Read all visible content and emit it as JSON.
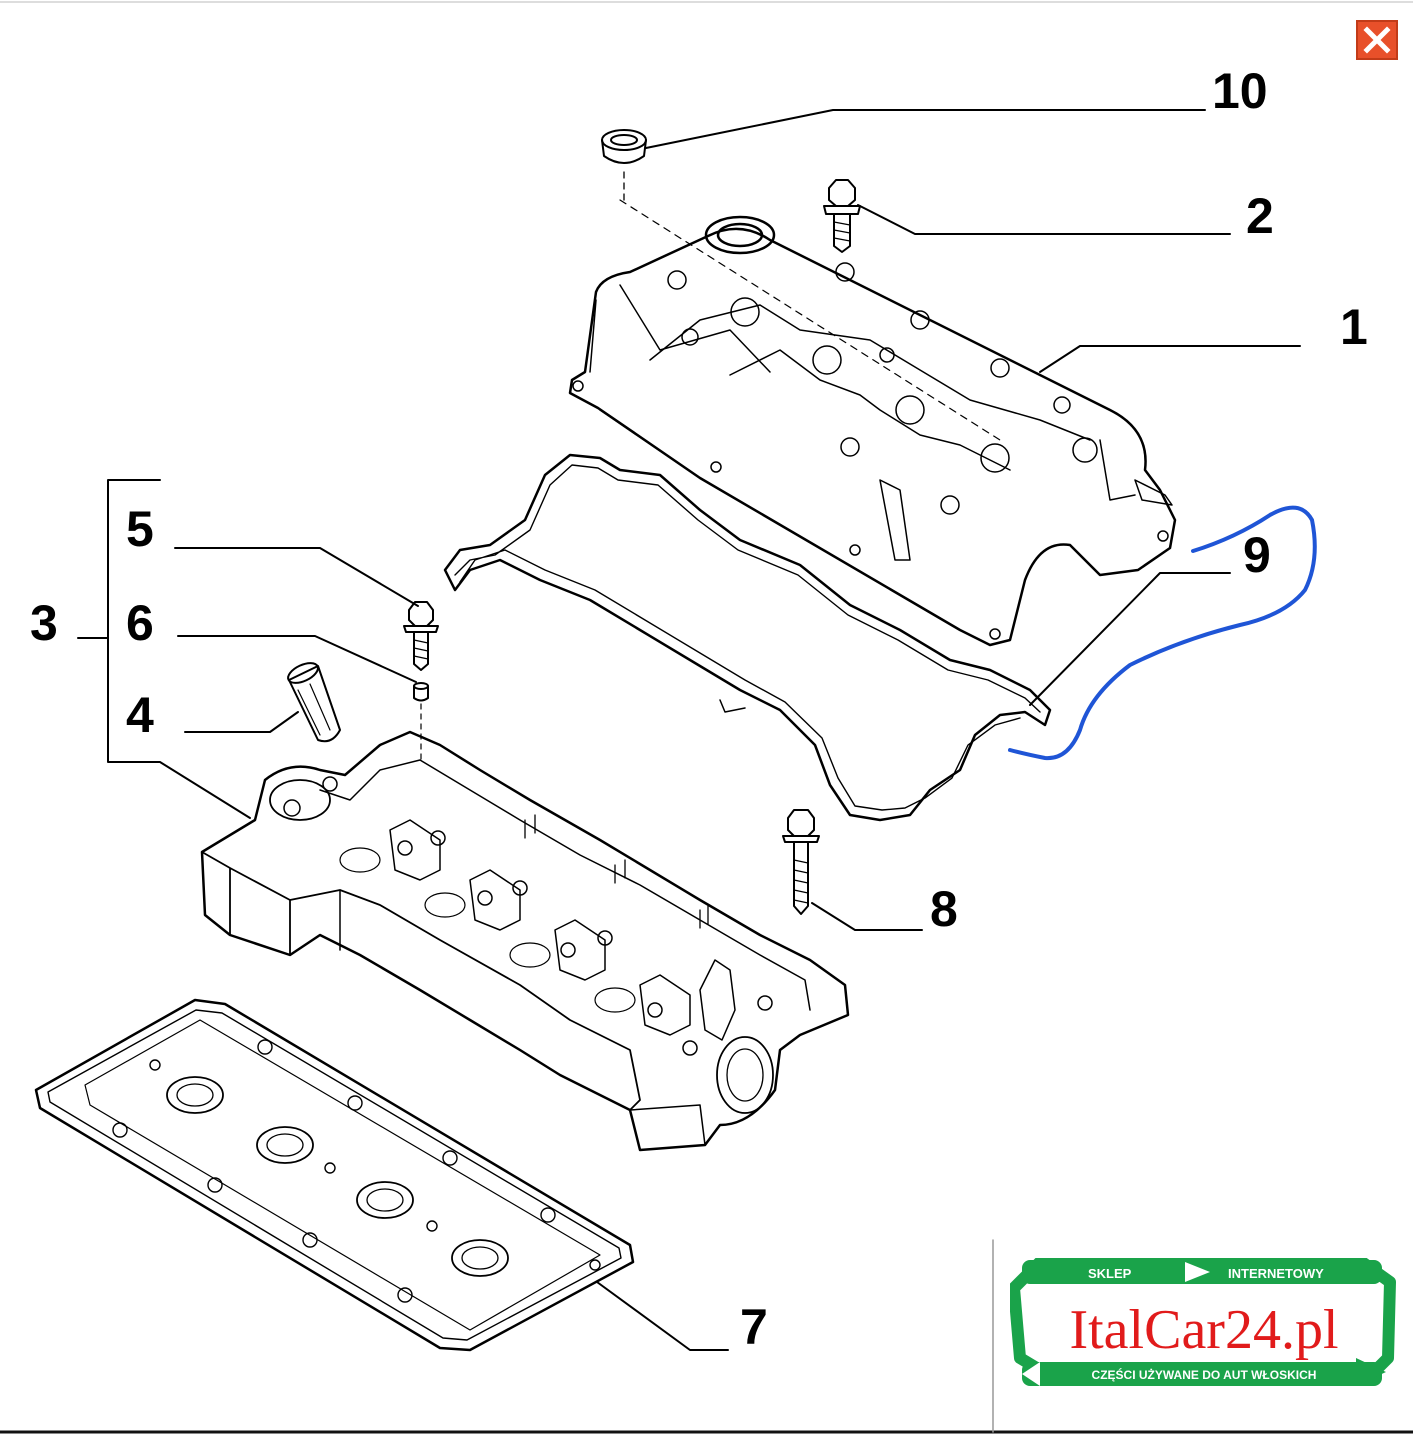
{
  "window": {
    "close_icon": "close-x-icon",
    "close_color": "#e8502a"
  },
  "diagram": {
    "callouts": {
      "c1": "1",
      "c2": "2",
      "c3": "3",
      "c4": "4",
      "c5": "5",
      "c6": "6",
      "c7": "7",
      "c8": "8",
      "c9": "9",
      "c10": "10"
    },
    "highlight_color": "#1f55d6"
  },
  "logo": {
    "top_left": "SKLEP",
    "top_right": "INTERNETOWY",
    "brand": "ItalCar24.pl",
    "bottom": "CZĘŚCI UŻYWANE DO AUT WŁOSKICH",
    "green": "#1aa34a",
    "red": "#e11b1b"
  }
}
